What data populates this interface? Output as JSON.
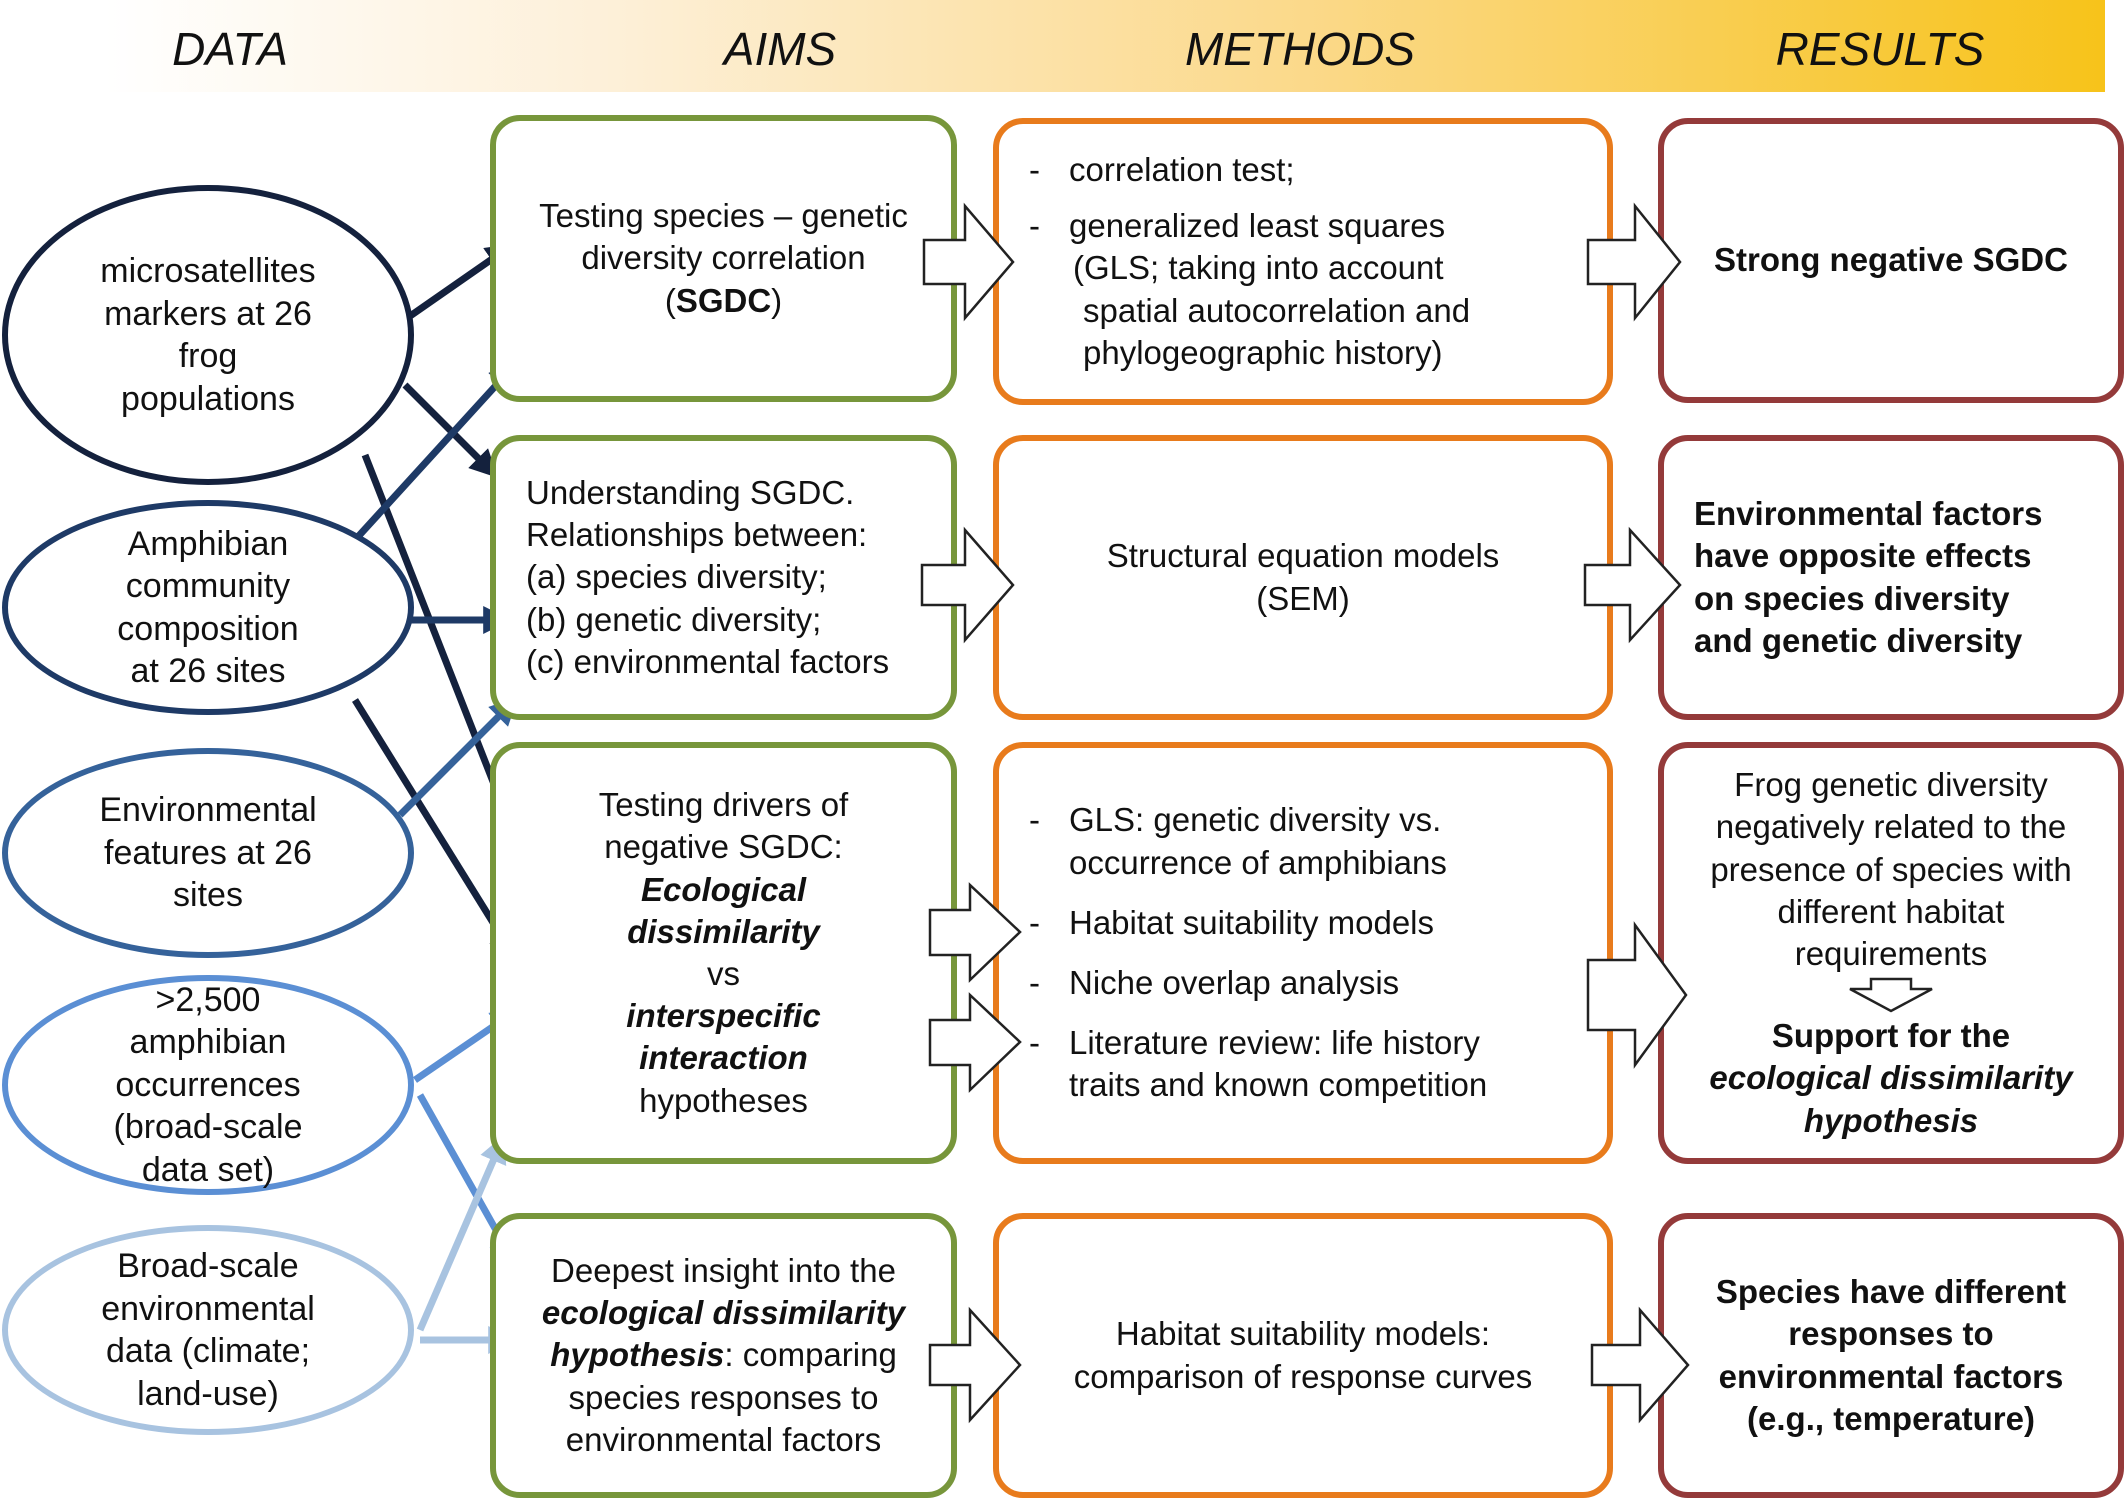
{
  "headers": {
    "data": "DATA",
    "aims": "AIMS",
    "methods": "METHODS",
    "results": "RESULTS"
  },
  "data_sources": {
    "microsatellites": [
      "microsatellites",
      "markers at 26",
      "frog",
      "populations"
    ],
    "community": [
      "Amphibian",
      "community",
      "composition",
      "at 26 sites"
    ],
    "environmental": [
      "Environmental",
      "features at 26",
      "sites"
    ],
    "occurrences": [
      ">2,500",
      "amphibian",
      "occurrences",
      "(broad-scale",
      "data set)"
    ],
    "broad_env": [
      "Broad-scale",
      "environmental",
      "data (climate;",
      "land-use)"
    ]
  },
  "aims": {
    "a1": {
      "line1": "Testing species – genetic",
      "line2": "diversity correlation",
      "paren_open": "(",
      "bold": "SGDC",
      "paren_close": ")"
    },
    "a2": {
      "lines": [
        "Understanding SGDC.",
        "Relationships between:",
        "(a) species diversity;",
        "(b) genetic diversity;",
        "(c) environmental factors"
      ]
    },
    "a3": {
      "line1": "Testing drivers of",
      "line2": "negative SGDC:",
      "bi1": "Ecological",
      "bi2": "dissimilarity",
      "vs": "vs",
      "bi3": "interspecific",
      "bi4": "interaction",
      "last": "hypotheses"
    },
    "a4": {
      "line1": "Deepest insight into the",
      "bi1": "ecological dissimilarity",
      "bi2": "hypothesis",
      "rest2": ": comparing",
      "line4": "species responses to",
      "line5": "environmental factors"
    }
  },
  "methods": {
    "m1": {
      "dash": "-",
      "item1": "correlation test;",
      "item2_lines": [
        "generalized least squares",
        "(GLS; taking into account",
        "spatial autocorrelation and",
        "phylogeographic history)"
      ]
    },
    "m2": {
      "lines": [
        "Structural equation models",
        "(SEM)"
      ]
    },
    "m3": {
      "dash": "-",
      "items": [
        [
          "GLS: genetic diversity vs.",
          "occurrence of amphibians"
        ],
        [
          "Habitat suitability models"
        ],
        [
          "Niche overlap analysis"
        ],
        [
          "Literature review: life history",
          "traits and known competition"
        ]
      ]
    },
    "m4": {
      "lines": [
        "Habitat suitability models:",
        "comparison of response curves"
      ]
    }
  },
  "results": {
    "r1": {
      "bold_lines": [
        "Strong negative SGDC"
      ]
    },
    "r2": {
      "bold_lines": [
        "Environmental factors",
        "have opposite effects",
        "on species diversity",
        "and genetic diversity"
      ]
    },
    "r3": {
      "lines": [
        "Frog genetic diversity",
        "negatively related to the",
        "presence of species with",
        "different habitat",
        "requirements"
      ],
      "bold_line": "Support for the",
      "bi_lines": [
        "ecological dissimilarity",
        "hypothesis"
      ]
    },
    "r4": {
      "bold_lines": [
        "Species have different",
        "responses to",
        "environmental factors",
        "(e.g., temperature)"
      ]
    }
  },
  "colors": {
    "header_gradient_end": "#f7c31a",
    "aim_border": "#77963b",
    "method_border": "#e87b1c",
    "result_border": "#943a3a",
    "data_1": "#14213d",
    "data_2": "#1e3a66",
    "data_3": "#35629a",
    "data_4": "#5b8fd4",
    "data_5": "#a8c3e0"
  }
}
